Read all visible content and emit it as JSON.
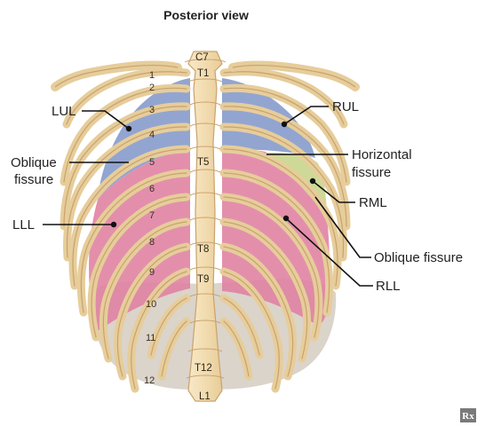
{
  "figure": {
    "title": "Posterior view",
    "vertebra_labels": {
      "c7": "C7",
      "t1": "T1",
      "t5": "T5",
      "t8": "T8",
      "t9": "T9",
      "t12": "T12",
      "l1": "L1"
    },
    "rib_numbers": [
      "1",
      "2",
      "3",
      "4",
      "5",
      "6",
      "7",
      "8",
      "9",
      "10",
      "11",
      "12"
    ],
    "callouts": {
      "lul": "LUL",
      "oblique_left_line1": "Oblique",
      "oblique_left_line2": "fissure",
      "lll": "LLL",
      "rul": "RUL",
      "horizontal_line1": "Horizontal",
      "horizontal_line2": "fissure",
      "rml": "RML",
      "oblique_right": "Oblique fissure",
      "rll": "RLL"
    },
    "badge": "Rx"
  },
  "colors": {
    "upper_lobe": "#7f95c9",
    "lower_lobe": "#df7fa0",
    "middle_lobe": "#c9d58c",
    "diaphragm_area": "#d9d2c8",
    "bone": "#f3dfb6",
    "bone_stroke": "#c9a26c"
  }
}
